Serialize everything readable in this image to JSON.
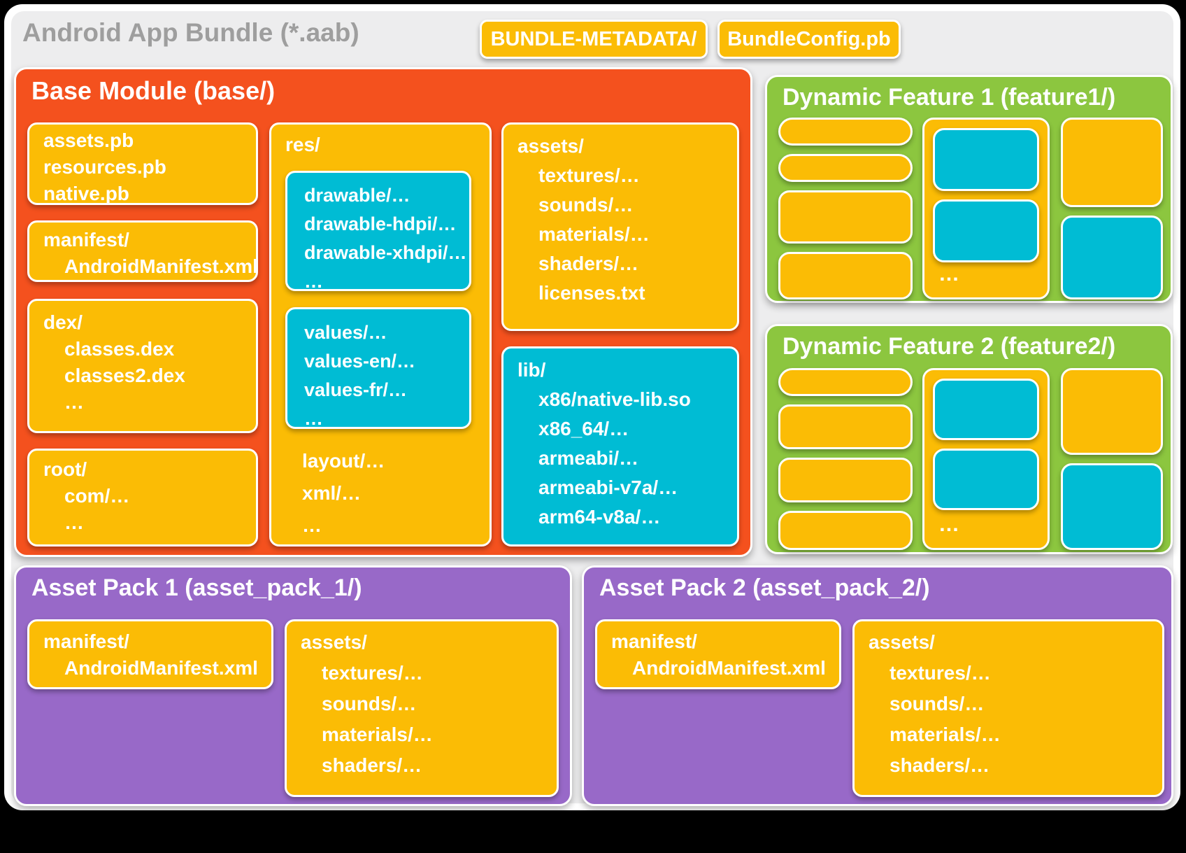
{
  "app": {
    "title": "Android App Bundle (*.aab)"
  },
  "chips": [
    {
      "label": "BUNDLE-METADATA/"
    },
    {
      "label": "BundleConfig.pb"
    }
  ],
  "colors": {
    "orange": "#F4511E",
    "yellow": "#FBBC05",
    "cyan": "#00BCD4",
    "green": "#8CC63F",
    "purple": "#9869C8",
    "background": "#EDEDEE",
    "title_gray": "#9E9E9E"
  },
  "base_module": {
    "title": "Base Module (base/)",
    "column1": {
      "pb_box": [
        "assets.pb",
        "resources.pb",
        "native.pb"
      ],
      "manifest_box": {
        "header": "manifest/",
        "items": [
          "AndroidManifest.xml"
        ]
      },
      "dex_box": {
        "header": "dex/",
        "items": [
          "classes.dex",
          "classes2.dex",
          "…"
        ]
      },
      "root_box": {
        "header": "root/",
        "items": [
          "com/…",
          "…"
        ]
      }
    },
    "res_box": {
      "header": "res/",
      "drawable_box": [
        "drawable/…",
        "drawable-hdpi/…",
        "drawable-xhdpi/…",
        "…"
      ],
      "values_box": [
        "values/…",
        "values-en/…",
        "values-fr/…",
        "…"
      ],
      "tail": [
        "layout/…",
        "xml/…",
        "…"
      ]
    },
    "assets_box": {
      "header": "assets/",
      "items": [
        "textures/…",
        "sounds/…",
        "materials/…",
        "shaders/…",
        "licenses.txt"
      ]
    },
    "lib_box": {
      "header": "lib/",
      "items": [
        "x86/native-lib.so",
        "x86_64/…",
        "armeabi/…",
        "armeabi-v7a/…",
        "arm64-v8a/…"
      ]
    }
  },
  "dynamic_features": [
    {
      "title": "Dynamic Feature 1 (feature1/)",
      "ellipsis": "…"
    },
    {
      "title": "Dynamic Feature 2 (feature2/)",
      "ellipsis": "…"
    }
  ],
  "asset_packs": [
    {
      "title": "Asset Pack 1 (asset_pack_1/)",
      "manifest_box": {
        "header": "manifest/",
        "items": [
          "AndroidManifest.xml"
        ]
      },
      "assets_box": {
        "header": "assets/",
        "items": [
          "textures/…",
          "sounds/…",
          "materials/…",
          "shaders/…"
        ]
      }
    },
    {
      "title": "Asset Pack 2 (asset_pack_2/)",
      "manifest_box": {
        "header": "manifest/",
        "items": [
          "AndroidManifest.xml"
        ]
      },
      "assets_box": {
        "header": "assets/",
        "items": [
          "textures/…",
          "sounds/…",
          "materials/…",
          "shaders/…"
        ]
      }
    }
  ]
}
